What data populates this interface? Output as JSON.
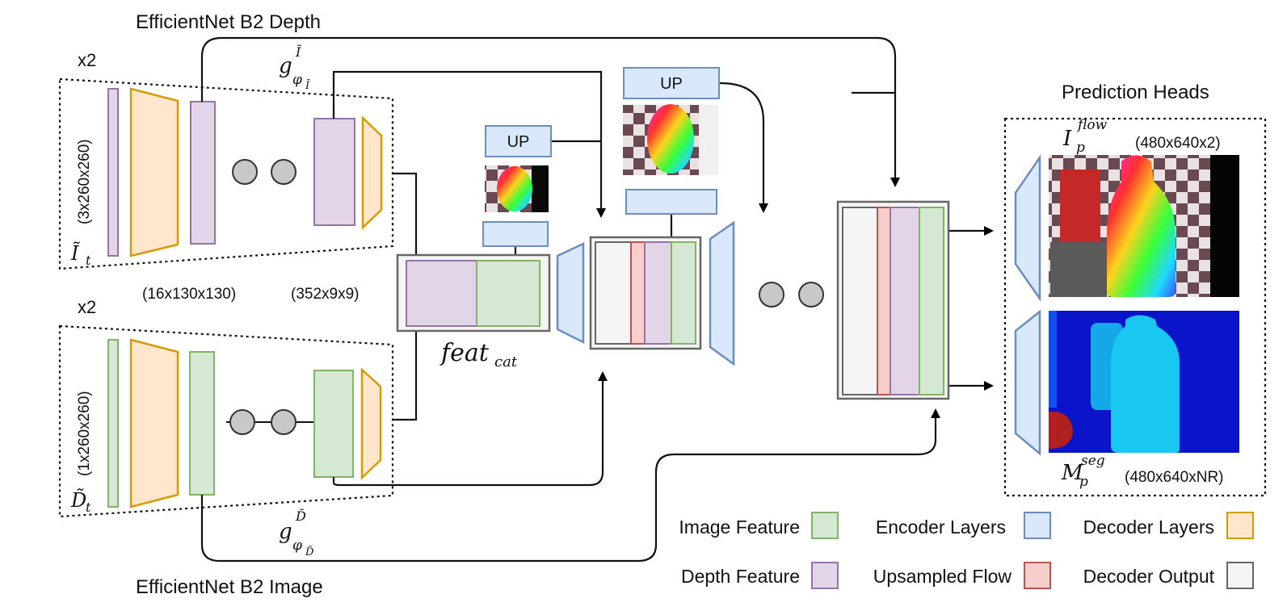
{
  "titles": {
    "depth_backbone": "EfficientNet B2 Depth",
    "image_backbone": "EfficientNet B2 Image",
    "prediction_heads": "Prediction Heads"
  },
  "encoders": {
    "top_repeat": "x2",
    "bottom_repeat": "x2",
    "top_input_dim": "(3x260x260)",
    "bottom_input_dim": "(1x260x260)",
    "top_input_symbol": "Ĩ",
    "top_input_sub": "t",
    "bottom_input_symbol": "D̃",
    "bottom_input_sub": "t",
    "feat_dim_1": "(16x130x130)",
    "feat_dim_2": "(352x9x9)",
    "top_feature_symbol": "g",
    "top_feature_sup": "Ĩ",
    "top_feature_sub": "φ",
    "top_feature_subsub": "Ĩ",
    "bottom_feature_symbol": "g",
    "bottom_feature_sup": "D̃",
    "bottom_feature_sub": "φ",
    "bottom_feature_subsub": "D̃"
  },
  "decoder": {
    "up_label_1": "UP",
    "up_label_2": "UP",
    "featcat_main": "feat",
    "featcat_sub": "cat"
  },
  "heads": {
    "flow_symbol": "I",
    "flow_sup": "flow",
    "flow_sub": "p",
    "flow_dim": "(480x640x2)",
    "seg_symbol": "M",
    "seg_sup": "seg",
    "seg_sub": "p",
    "seg_dim": "(480x640xNR)"
  },
  "legend": [
    {
      "label": "Image Feature",
      "fill": "#d5e8d4",
      "stroke": "#82b366"
    },
    {
      "label": "Encoder Layers",
      "fill": "#dae8fc",
      "stroke": "#6c8ebf"
    },
    {
      "label": "Decoder Layers",
      "fill": "#ffe6cc",
      "stroke": "#d79b00"
    },
    {
      "label": "Depth Feature",
      "fill": "#e1d5e7",
      "stroke": "#9673a6"
    },
    {
      "label": "Upsampled Flow",
      "fill": "#f8cecc",
      "stroke": "#b85450"
    },
    {
      "label": "Decoder Output",
      "fill": "#f5f5f5",
      "stroke": "#666666"
    }
  ],
  "colors": {
    "image_feature": "#d5e8d4",
    "image_feature_stroke": "#82b366",
    "encoder": "#dae8fc",
    "encoder_stroke": "#6c8ebf",
    "decoder": "#ffe6cc",
    "decoder_stroke": "#d79b00",
    "depth_feature": "#e1d5e7",
    "depth_feature_stroke": "#9673a6",
    "upsampled_flow": "#f8cecc",
    "upsampled_flow_stroke": "#b85450",
    "decoder_output": "#f5f5f5",
    "decoder_output_stroke": "#666666",
    "seg_background": "#0a14c8",
    "seg_object": "#19c8f0"
  }
}
